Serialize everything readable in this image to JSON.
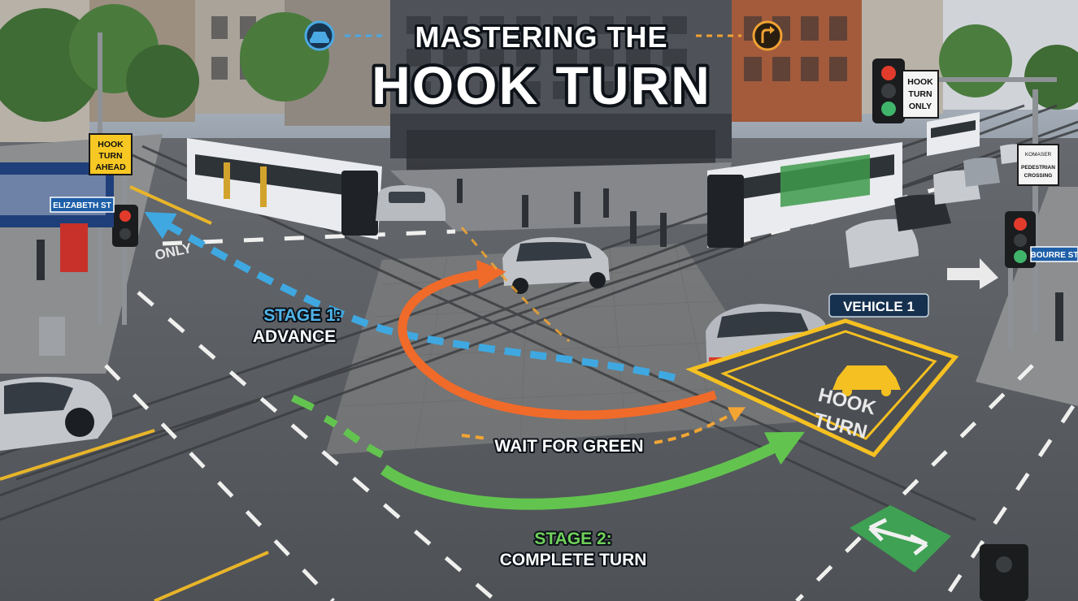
{
  "title": {
    "line1": "MASTERING THE",
    "line2": "HOOK TURN"
  },
  "icons": {
    "left": "car-icon",
    "right": "turn-arrow-icon"
  },
  "signs": {
    "hook_turn_ahead": [
      "HOOK",
      "TURN",
      "AHEAD"
    ],
    "hook_turn_only": [
      "HOOK",
      "TURN",
      "ONLY"
    ],
    "pedestrian_crossing": [
      "KOMASER",
      "PEDESTRIAN",
      "CROSSING"
    ],
    "elizabeth_st": "ELIZABETH ST",
    "bourke_st": "BOURRE ST",
    "road_only": "ONLY"
  },
  "labels": {
    "stage1_title": "STAGE 1:",
    "stage1_desc": "ADVANCE",
    "stage2_title": "STAGE 2:",
    "stage2_desc": "COMPLETE TURN",
    "wait": "WAIT FOR GREEN",
    "vehicle": "VEHICLE 1",
    "box_line1": "HOOK",
    "box_line2": "TURN"
  },
  "colors": {
    "stage1": "#3fa8e0",
    "stage2": "#62c44f",
    "orange_arc": "#f06a2a",
    "wait_dash": "#f2a533",
    "box_yellow": "#f5c021",
    "sign_yellow": "#f7c823",
    "street_sign_blue": "#1e5fa8"
  }
}
